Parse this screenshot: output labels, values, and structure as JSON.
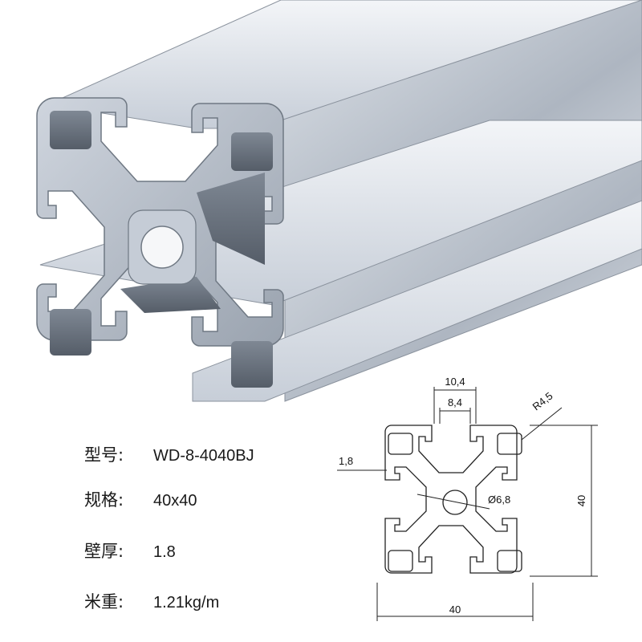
{
  "specs": [
    {
      "label": "型号:",
      "value": "WD-8-4040BJ"
    },
    {
      "label": "规格:",
      "value": "40x40"
    },
    {
      "label": "壁厚:",
      "value": "1.8"
    },
    {
      "label": "米重:",
      "value": "1.21kg/m"
    }
  ],
  "drawing": {
    "dim_slot_outer": "10,4",
    "dim_slot_inner": "8,4",
    "dim_radius": "R4,5",
    "dim_wall": "1,8",
    "dim_bore": "Ø6,8",
    "dim_height": "40",
    "dim_width": "40"
  },
  "colors": {
    "aluminum_light": "#e4e8ee",
    "aluminum_mid": "#bcc4cf",
    "aluminum_dark": "#8e97a3",
    "line": "#222222"
  }
}
